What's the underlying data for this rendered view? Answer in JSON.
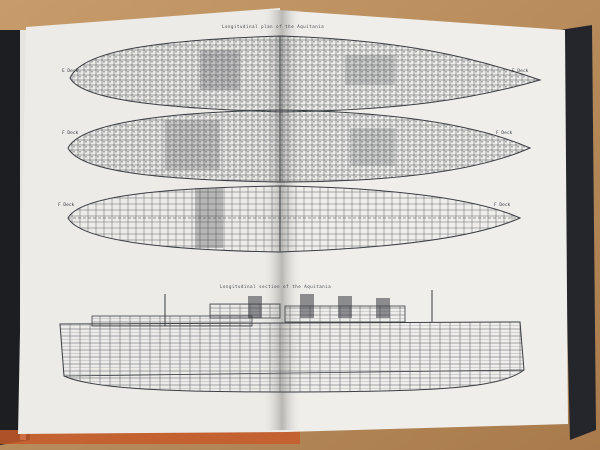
{
  "photo": {
    "top_caption": "Longitudinal plan of the Aquitania",
    "section_caption": "Longitudinal section of the Aquitania",
    "decks": [
      {
        "label_left": "E Deck",
        "label_right": "E Deck"
      },
      {
        "label_left": "F Deck",
        "label_right": "F Deck"
      },
      {
        "label_left": "F Deck",
        "label_right": "F Deck"
      }
    ]
  },
  "colors": {
    "table": "#b78a5a",
    "cover": "#1c1e22",
    "page": "#ecebe8",
    "ink": "#3a3d42"
  }
}
